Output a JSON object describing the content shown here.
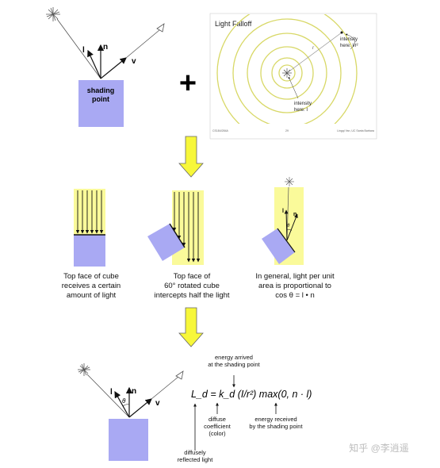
{
  "top": {
    "shading_point_line1": "shading",
    "shading_point_line2": "point",
    "vec_l": "l",
    "vec_n": "n",
    "vec_v": "v",
    "plus": "+"
  },
  "falloff": {
    "title": "Light Falloff",
    "intensity_outer_line1": "intensity",
    "intensity_outer_line2": "here: I/r²",
    "intensity_inner_line1": "intensity",
    "intensity_inner_line2": "here: I",
    "radius_label": "r",
    "footer_left": "CS184/284A",
    "footer_mid": "29",
    "footer_right": "Lingqi Yan, UC Santa Barbara"
  },
  "middle": {
    "captions": [
      {
        "line1": "Top face of cube",
        "line2": "receives a certain",
        "line3": "amount of light"
      },
      {
        "line1": "Top face of",
        "line2": "60° rotated cube",
        "line3": "intercepts half the light"
      },
      {
        "line1": "In general, light per unit",
        "line2": "area is proportional to",
        "line3": "cos θ = l • n"
      }
    ],
    "vec_l": "l",
    "vec_n": "n",
    "theta": "θ"
  },
  "bottom": {
    "vec_l": "l",
    "vec_n": "n",
    "vec_v": "v",
    "theta": "θ",
    "equation": "L_d = k_d (I/r²) max(0, n · l)",
    "energy_arrived_line1": "energy arrived",
    "energy_arrived_line2": "at the shading point",
    "diffuse_line1": "diffuse",
    "diffuse_line2": "coefficient",
    "diffuse_line3": "(color)",
    "energy_received_line1": "energy received",
    "energy_received_line2": "by the shading point",
    "reflected_line1": "diffusely",
    "reflected_line2": "reflected light"
  },
  "watermark": "知乎 @李逍遥",
  "colors": {
    "cube": "#a9a9f3",
    "light": "#fafa9a",
    "ring": "#d8d866",
    "arrow_fill": "#f7f73a"
  }
}
